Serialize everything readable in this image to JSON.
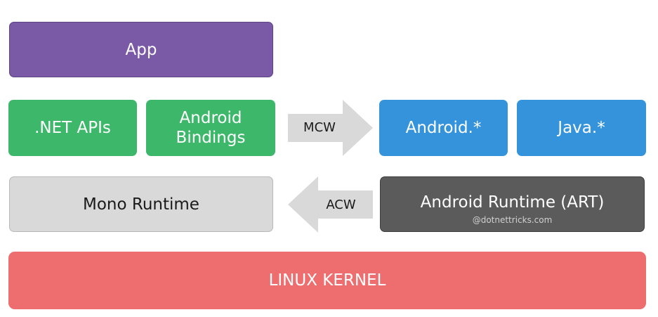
{
  "layers": {
    "app": "App",
    "dotnet_apis": ".NET APIs",
    "android_bindings": "Android Bindings",
    "android_ns": "Android.*",
    "java_ns": "Java.*",
    "mono_runtime": "Mono Runtime",
    "android_runtime": "Android Runtime (ART)",
    "linux_kernel": "LINUX KERNEL"
  },
  "arrows": {
    "mcw": "MCW",
    "acw": "ACW"
  },
  "watermark": "@dotnettricks.com",
  "colors": {
    "app": "#7a5aa6",
    "green": "#3db86a",
    "blue": "#3593dc",
    "mono": "#d9d9d9",
    "art": "#5b5b5b",
    "kernel": "#ee6e6f",
    "arrow": "#d9d9d9"
  }
}
